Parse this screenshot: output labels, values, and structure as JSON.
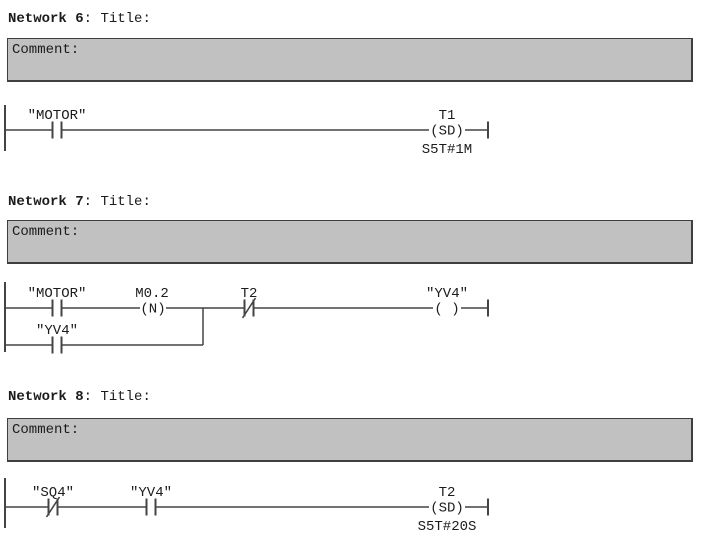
{
  "colors": {
    "wire": "#444444",
    "text": "#1c1c1c",
    "comment_fill": "#c1c1c1",
    "comment_border": "#3f3f3f",
    "background": "#ffffff"
  },
  "networks": [
    {
      "name": "Network 6",
      "sep": ": ",
      "title_label": "Title:",
      "comment": "Comment:",
      "rung": {
        "contact1": "\"MOTOR\"",
        "coil_name": "T1",
        "coil": "(SD)",
        "time": "S5T#1M"
      }
    },
    {
      "name": "Network 7",
      "sep": ": ",
      "title_label": "Title:",
      "comment": "Comment:",
      "rung": {
        "contact1": "\"MOTOR\"",
        "edge_name": "M0.2",
        "edge": "(N)",
        "contact2_name": "T2",
        "branch_contact": "\"YV4\"",
        "coil_name": "\"YV4\"",
        "coil": "( )"
      }
    },
    {
      "name": "Network 8",
      "sep": ": ",
      "title_label": "Title:",
      "comment": "Comment:",
      "rung": {
        "contact1": "\"SQ4\"",
        "contact2": "\"YV4\"",
        "coil_name": "T2",
        "coil": "(SD)",
        "time": "S5T#20S"
      }
    }
  ]
}
